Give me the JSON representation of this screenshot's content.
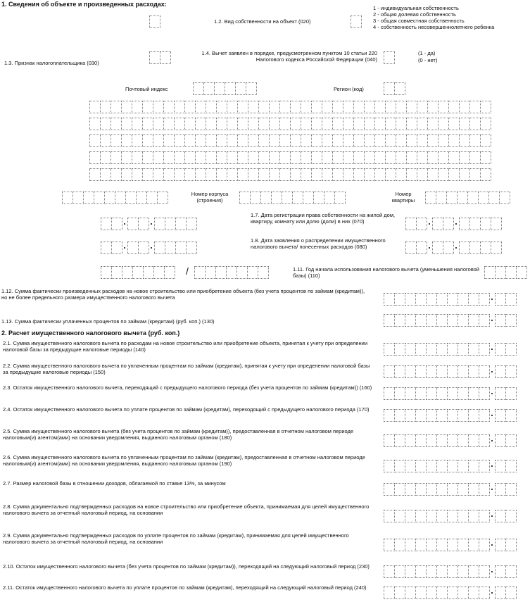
{
  "section1": {
    "title": "1. Сведения об объекте и произведенных расходах:",
    "f12": "1.2. Вид собственности на объект (020)",
    "ownership_options": [
      "1 - индивидуальная собственность",
      "2 - общая долевая собственность",
      "3 - общая совместная собственность",
      "4 - собственность несовершеннолетнего ребенка"
    ],
    "f13": "1.3. Признак налогоплательщика (030)",
    "f14": "1.4. Вычет заявлен в порядке, предусмотренном пунктом 10 статьи 220 Налогового кодекса Российской Федерации (040)",
    "yes_no": [
      "(1 - да)",
      "(0 - нет)"
    ],
    "postal": "Почтовый индекс",
    "region": "Регион (код)",
    "building": "Номер корпуса (строения)",
    "apartment": "Номер квартиры",
    "f17": "1.7. Дата регистрации права собственности на жилой дом, квартиру, комнату или долю (доли) в них (070)",
    "f18": "1.8. Дата заявления о распределении имущественного налогового вычета/ понесенных расходов (080)",
    "f111": "1.11. Год начала использования налогового вычета (уменьшения налоговой базы) (110)",
    "f112": "1.12. Сумма фактически произведенных расходов на новое строительство или приобретение объекта (без учета процентов по займам (кредитам)), но не более предельного размера имущественного налогового вычета",
    "f113": "1.13. Сумма фактически уплаченных процентов по займам (кредитам) (руб. коп.) (130)"
  },
  "section2": {
    "title": "2. Расчет имущественного налогового вычета  (руб. коп.)",
    "f21": "2.1. Сумма имущественного налогового вычета по расходам на новое строительство или приобретение объекта, принятая к учету при определении налоговой базы за предыдущие налоговые периоды (140)",
    "f22": "2.2. Сумма имущественного налогового вычета по уплаченным процентам по займам (кредитам), принятая к учету при определении налоговой базы за предыдущие налоговые периоды (150)",
    "f23": "2.3. Остаток имущественного налогового вычета, переходящий с предыдущего налогового периода (без учета процентов по займам (кредитам)) (160)",
    "f24": "2.4. Остаток имущественного налогового вычета по уплате процентов по займам (кредитам), переходящий с предыдущего налогового периода (170)",
    "f25": "2.5. Сумма имущественного налогового вычета (без учета процентов по займам (кредитам)), предоставленная в отчетном налоговом периоде налоговым(и) агентом(ами) на основании уведомления, выданного налоговым органом (180)",
    "f26": "2.6. Сумма имущественного налогового вычета по уплаченным процентам по займам (кредитам), предоставленная в отчетном налоговом периоде налоговым(и) агентом(ами) на основании уведомления, выданного налоговым органом (190)",
    "f27": "2.7. Размер налоговой базы в отношении доходов, облагаемой по ставке 13%, за минусом",
    "f28": "2.8. Сумма документально подтвержденных расходов на новое строительство или приобретение объекта, принимаемая для целей имущественного налогового вычета за отчетный налоговый период, на основании",
    "f29": "2.9. Сумма документально подтвержденных расходов по уплате процентов по займам (кредитам), принимаемая для целей имущественного налогового вычета за отчетный налоговый период, на основании",
    "f210": "2.10. Остаток имущественного налогового вычета (без учета процентов по займам (кредитам)), переходящий на следующий налоговый период (230)",
    "f211": "2.11. Остаток имущественного налогового вычета по уплате процентов по займам (кредитам), переходящий на следующий налоговый период (240)"
  }
}
